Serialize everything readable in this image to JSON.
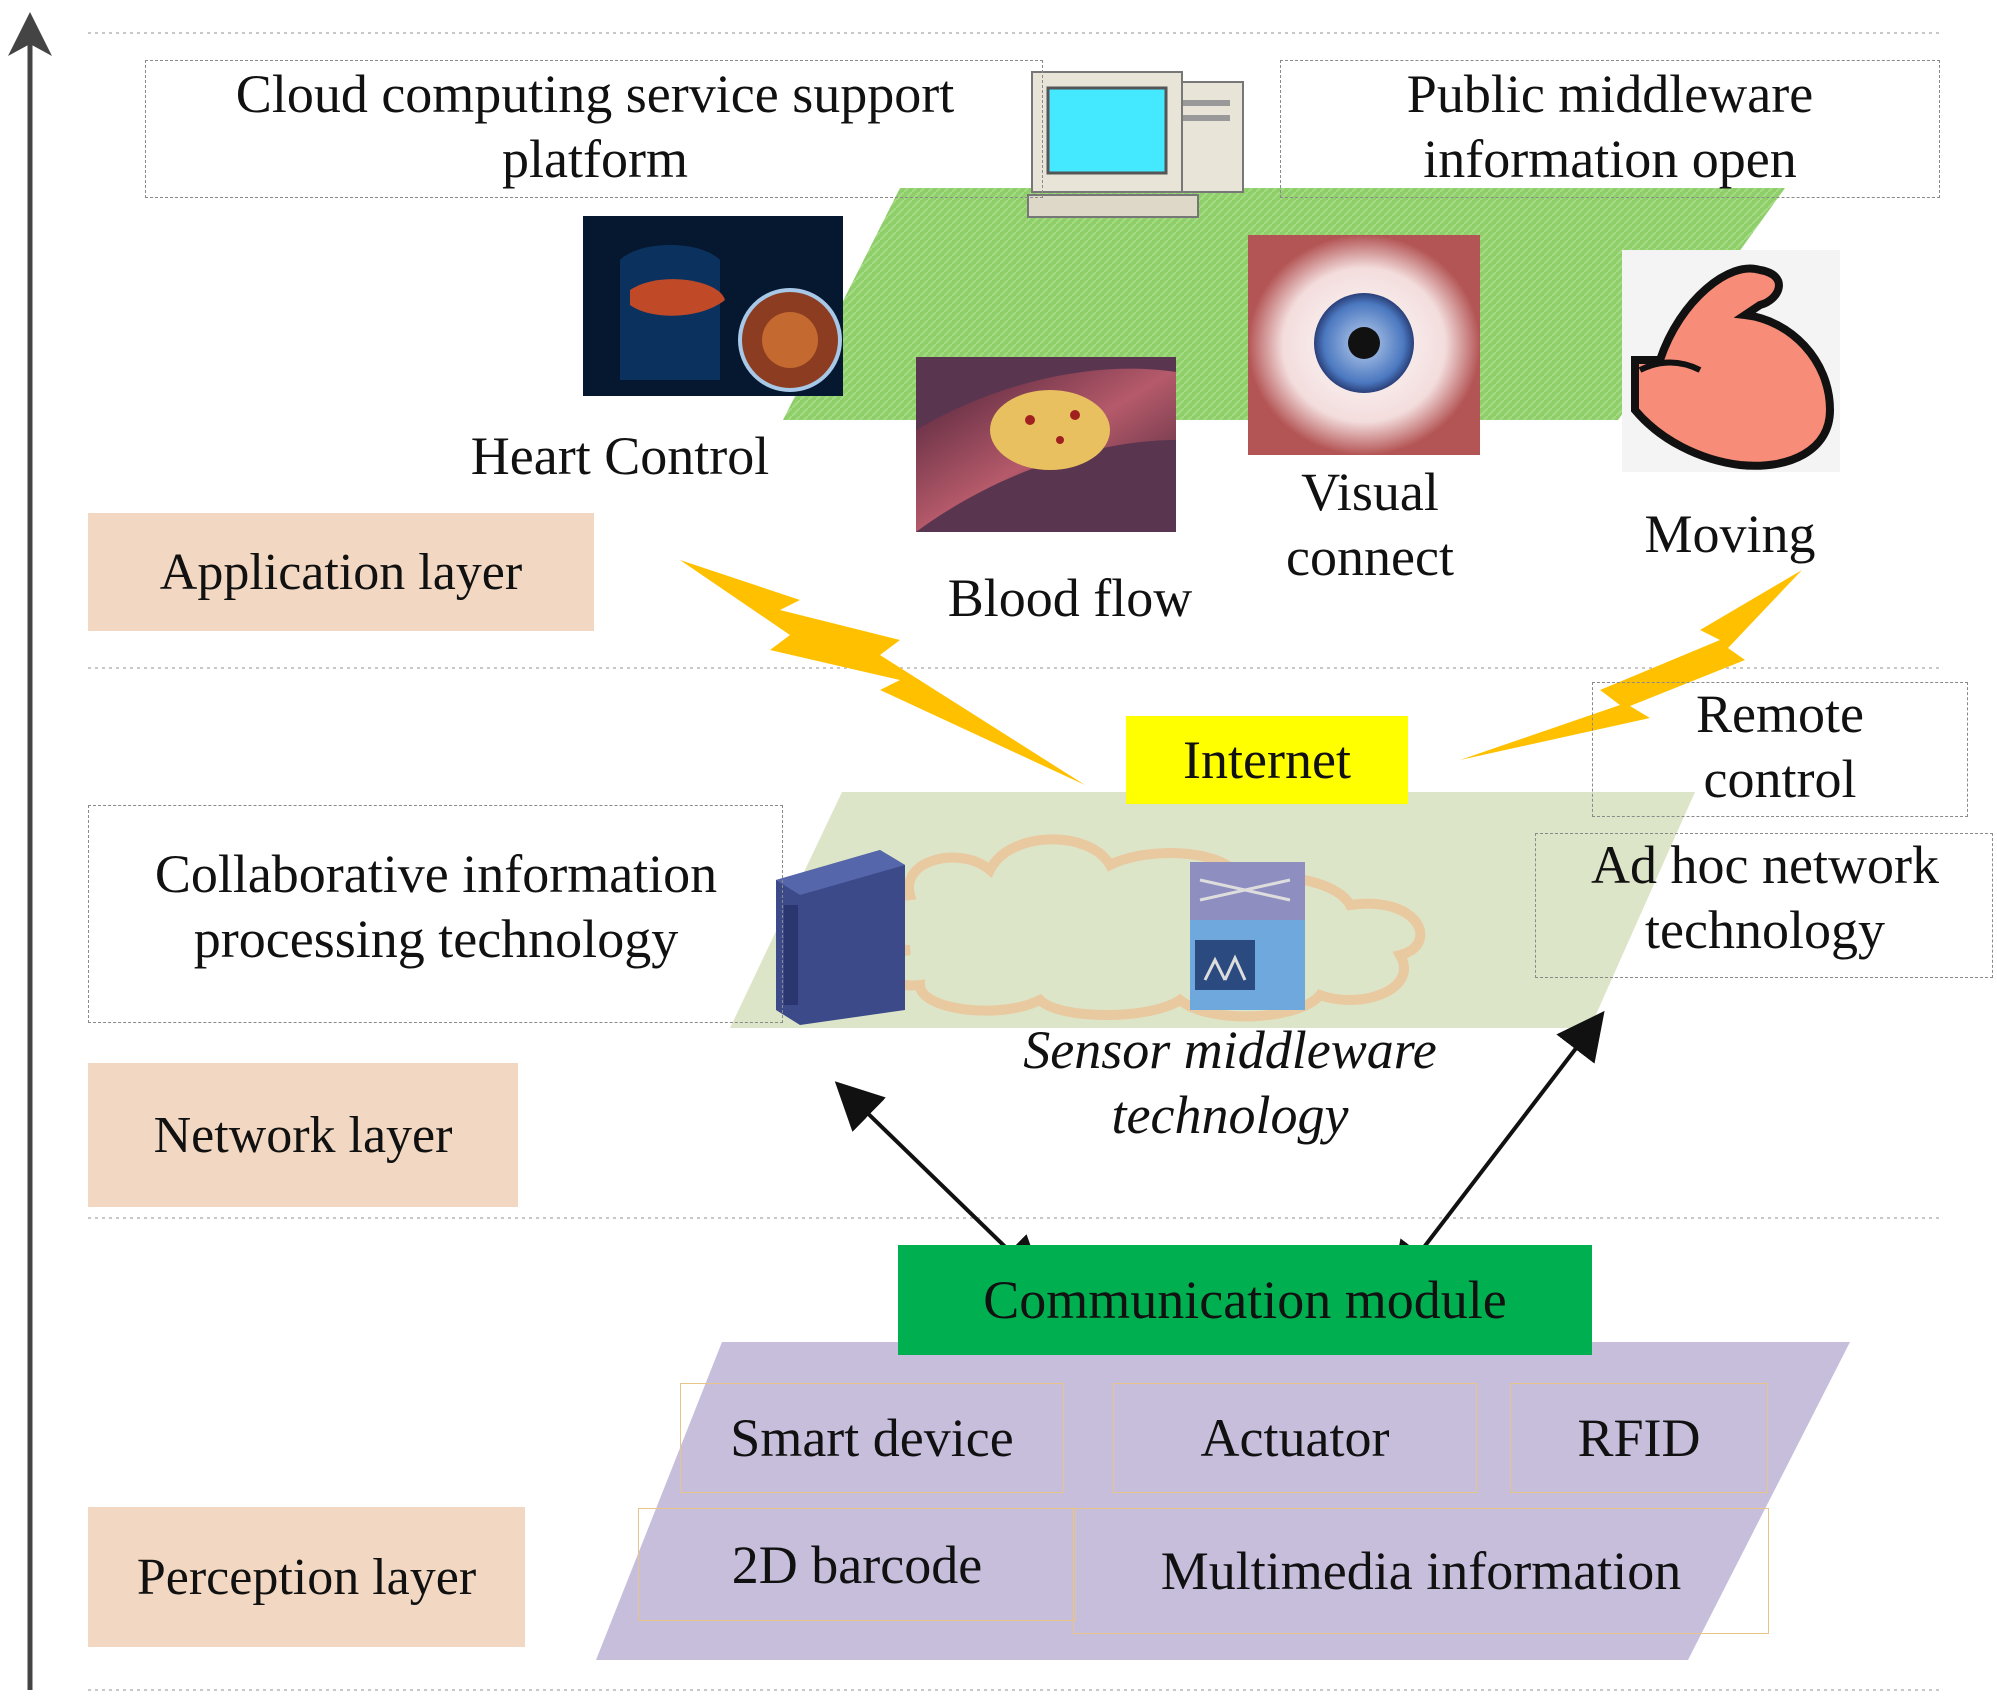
{
  "layers": {
    "application": "Application layer",
    "network": "Network layer",
    "perception": "Perception layer"
  },
  "application": {
    "cloud_platform": "Cloud computing service support platform",
    "public_middleware": "Public middleware information open",
    "heart_control": "Heart Control",
    "blood_flow": "Blood flow",
    "visual_connect": "Visual connect",
    "moving": "Moving"
  },
  "network": {
    "internet": "Internet",
    "remote_control": "Remote control",
    "collaborative": "Collaborative information processing technology",
    "ad_hoc": "Ad hoc network technology",
    "sensor_middleware": "Sensor middleware technology"
  },
  "perception": {
    "communication_module": "Communication module",
    "items": {
      "smart_device": "Smart device",
      "actuator": "Actuator",
      "rfid": "RFID",
      "barcode": "2D barcode",
      "multimedia": "Multimedia information"
    }
  },
  "colors": {
    "application_plane": "#8fcf6a",
    "network_plane": "#dde5c8",
    "perception_plane": "#c7bedc",
    "layer_label_bg": "#f2d8c2",
    "internet_bg": "#ffff00",
    "comm_module_bg": "#00b050",
    "lightning": "#ffc000"
  },
  "icons": [
    "computer-icon",
    "liver-xray-image",
    "artery-image",
    "eye-image",
    "muscle-icon",
    "server-icon",
    "switch-icon",
    "lightning-icon",
    "arrow-icon"
  ]
}
